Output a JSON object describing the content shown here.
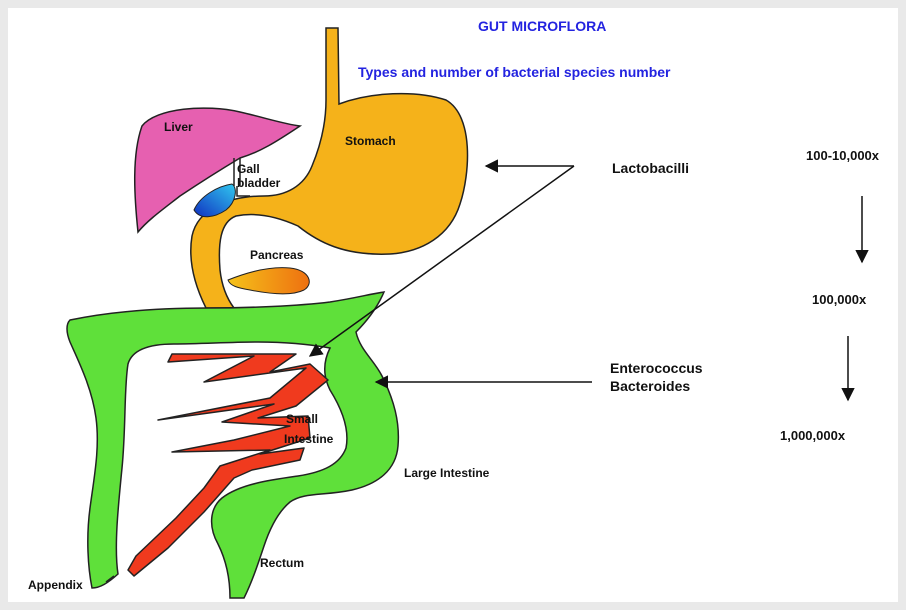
{
  "title": "GUT MICROFLORA",
  "subtitle": "Types and number of bacterial species number",
  "organs": {
    "liver": "Liver",
    "gall": "Gall",
    "bladder": "bladder",
    "stomach": "Stomach",
    "pancreas": "Pancreas",
    "small_1": "Small",
    "small_2": "Intestine",
    "large": "Large Intestine",
    "rectum": "Rectum",
    "appendix": "Appendix"
  },
  "bacteria": {
    "lactobacilli": "Lactobacilli",
    "enterococcus": "Enterococcus",
    "bacteroides": "Bacteroides"
  },
  "counts": [
    "100-10,000x",
    "100,000x",
    "1,000,000x"
  ],
  "colors": {
    "title": "#2323e0",
    "liver": "#e660b0",
    "gallbladder": "#1a6fe0",
    "stomach": "#f5b21a",
    "pancreas": "#f28c12",
    "large_intestine": "#5fe03a",
    "small_intestine": "#f03a1e"
  }
}
